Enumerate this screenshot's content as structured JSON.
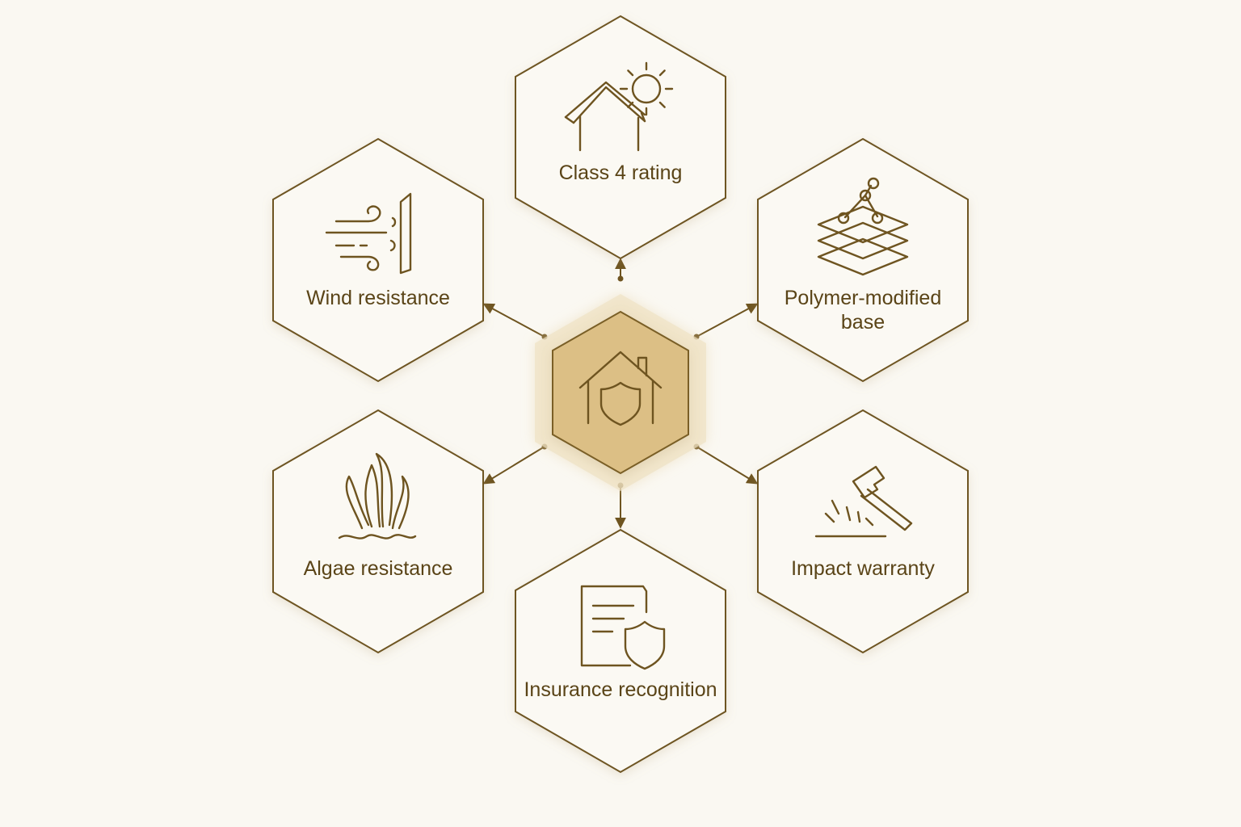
{
  "diagram": {
    "center": {
      "icon": "house-shield-icon"
    },
    "nodes": [
      {
        "id": "class-4-rating",
        "label_lines": [
          "Class 4 rating"
        ],
        "icon": "house-sun-icon"
      },
      {
        "id": "polymer-modified-base",
        "label_lines": [
          "Polymer-modified",
          "base"
        ],
        "icon": "layers-molecule-icon"
      },
      {
        "id": "impact-warranty",
        "label_lines": [
          "Impact warranty"
        ],
        "icon": "hammer-impact-icon"
      },
      {
        "id": "insurance-recognition",
        "label_lines": [
          "Insurance recognition"
        ],
        "icon": "document-shield-icon"
      },
      {
        "id": "algae-resistance",
        "label_lines": [
          "Algae resistance"
        ],
        "icon": "algae-icon"
      },
      {
        "id": "wind-resistance",
        "label_lines": [
          "Wind resistance"
        ],
        "icon": "wind-icon"
      }
    ],
    "colors": {
      "background": "#faf8f2",
      "outline": "#6e5420",
      "text": "#5a4417",
      "center_fill": "#dcbf85",
      "center_halo": "#ead9b4"
    }
  }
}
